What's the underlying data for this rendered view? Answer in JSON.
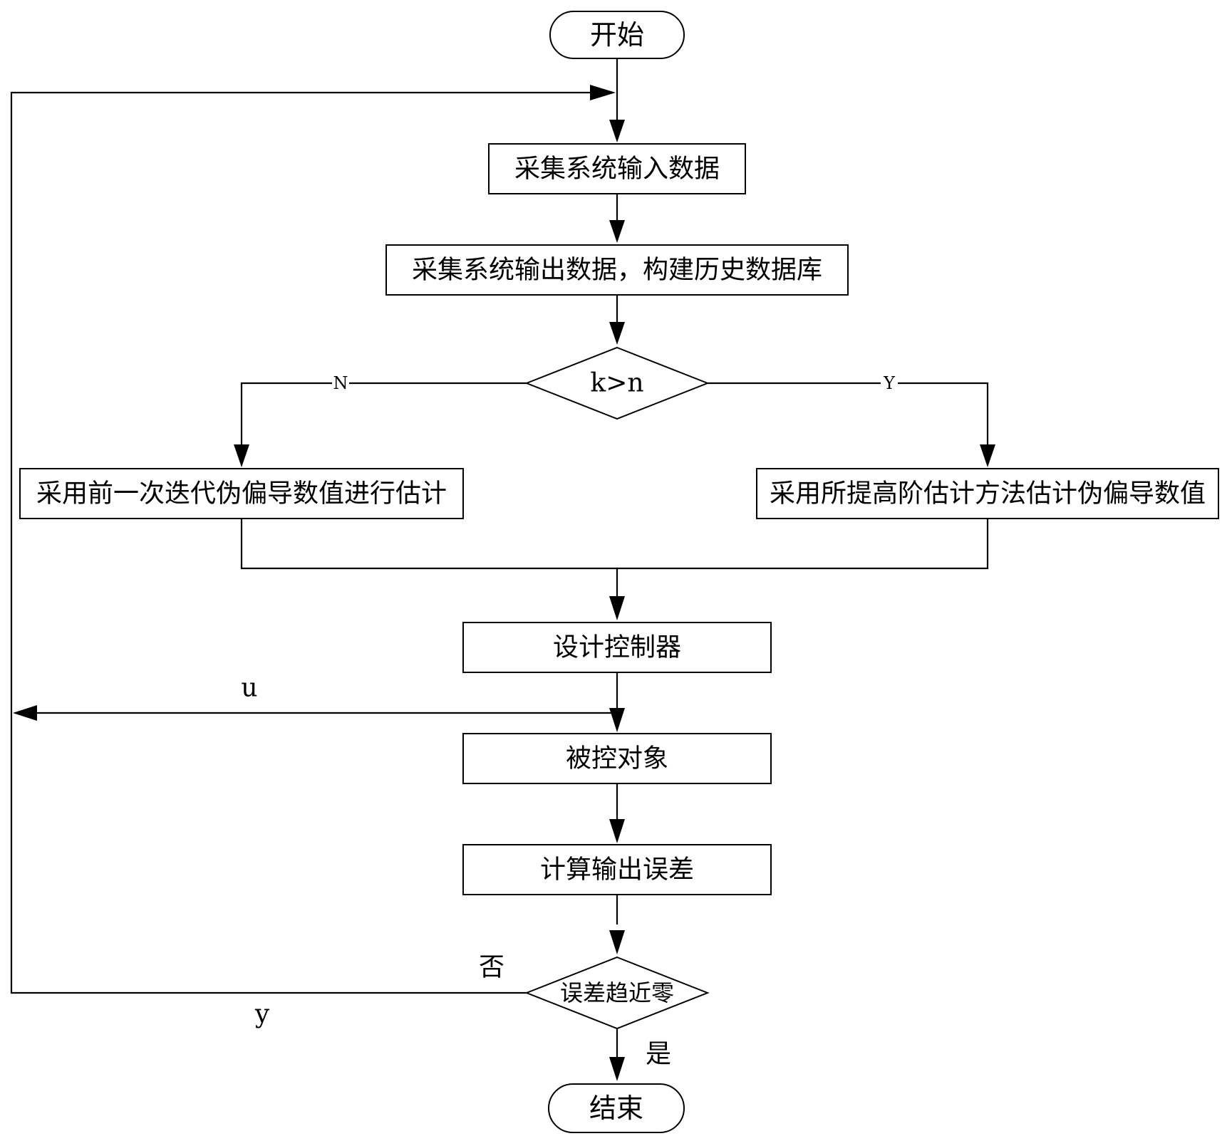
{
  "flowchart": {
    "start": "开始",
    "collect_input": "采集系统输入数据",
    "collect_output": "采集系统输出数据，构建历史数据库",
    "decision_k": "k>n",
    "branch_n": "N",
    "branch_y": "Y",
    "estimate_previous": "采用前一次迭代伪偏导数值进行估计",
    "estimate_high_order": "采用所提高阶估计方法估计伪偏导数值",
    "design_controller": "设计控制器",
    "control_signal": "u",
    "controlled_object": "被控对象",
    "compute_error": "计算输出误差",
    "decision_error": "误差趋近零",
    "label_no": "否",
    "label_output": "y",
    "label_yes": "是",
    "end": "结束"
  }
}
